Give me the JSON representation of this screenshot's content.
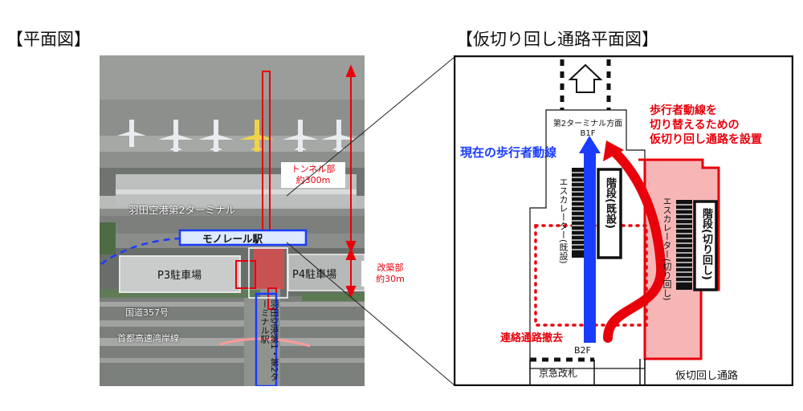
{
  "headings": {
    "plan": "【平面図】",
    "detour_plan": "【仮切り回し通路平面図】"
  },
  "map": {
    "terminal": "羽田空港第2ターミナル",
    "monorail": "モノレール駅",
    "p3": "P3駐車場",
    "p4": "P4駐車場",
    "route357": "国道357号",
    "expressway": "首都高速湾岸線",
    "tunnel_label_1": "トンネル部",
    "tunnel_label_2": "約300m",
    "renovation_label_1": "改築部",
    "renovation_label_2": "約30m",
    "station_vertical": "羽田空港第1・第2ターミナル駅"
  },
  "detail": {
    "direction_1": "第2ターミナル方面",
    "direction_2": "B1F",
    "pedestrian_flow": "現在の歩行者動線",
    "note_1": "歩行者動線を",
    "note_2": "切り替えるための",
    "note_3": "仮切り回し通路を設置",
    "escalator_existing": "エスカレーター(既設)",
    "stairs_existing": "階段(既設)",
    "escalator_temp": "エスカレーター(切り回し)",
    "stairs_temp": "階段(切り回し)",
    "removal": "連絡通路撤去",
    "b2f": "B2F",
    "keikyu_gate": "京急改札",
    "temp_passage": "仮切回し通路"
  },
  "colors": {
    "red": "#e8000b",
    "blue": "#1a3cff",
    "pink": "#f7b6b6"
  }
}
